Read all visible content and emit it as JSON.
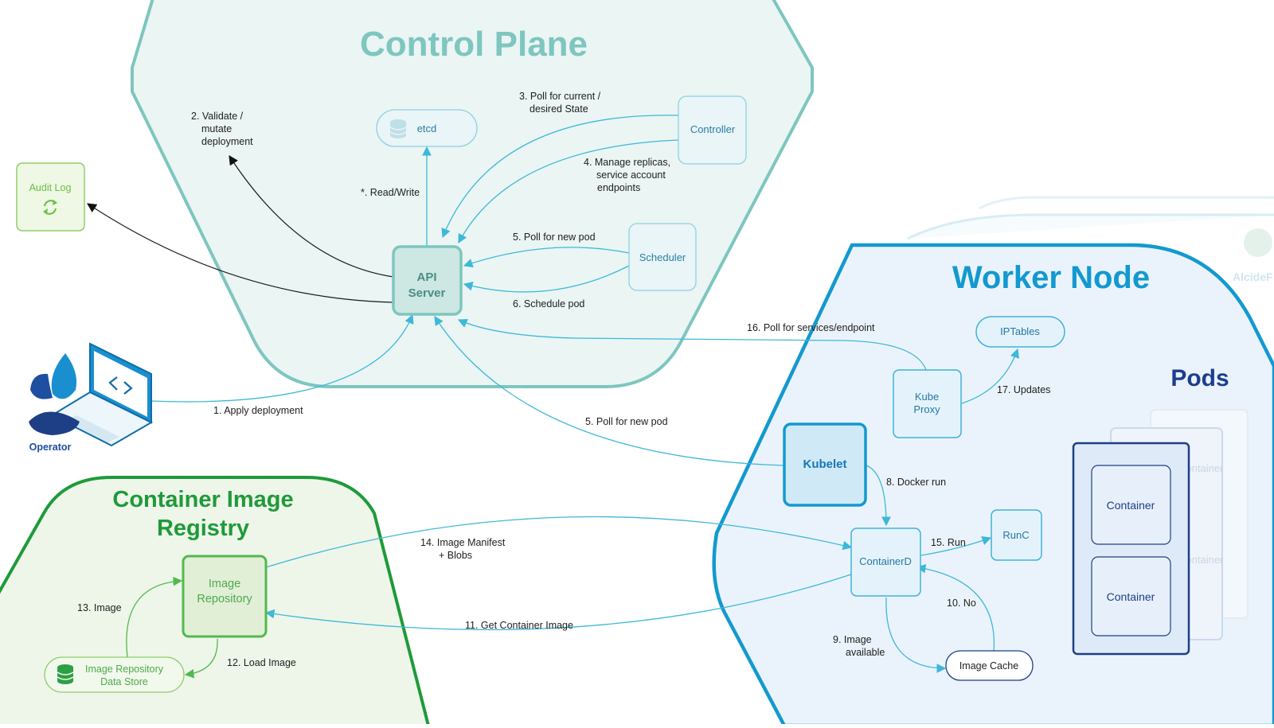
{
  "regions": {
    "control_plane": "Control Plane",
    "worker_node": "Worker Node",
    "container_registry_line1": "Container Image",
    "container_registry_line2": "Registry",
    "pods": "Pods",
    "watermark": "AlcideF"
  },
  "components": {
    "etcd": "etcd",
    "controller": "Controller",
    "scheduler": "Scheduler",
    "api_server_line1": "API",
    "api_server_line2": "Server",
    "audit_log": "Audit Log",
    "operator": "Operator",
    "iptables": "IPTables",
    "kube_proxy_line1": "Kube",
    "kube_proxy_line2": "Proxy",
    "kubelet": "Kubelet",
    "containerd": "ContainerD",
    "runc": "RunC",
    "image_cache": "Image Cache",
    "image_repository_line1": "Image",
    "image_repository_line2": "Repository",
    "image_repo_store_line1": "Image Repository",
    "image_repo_store_line2": "Data Store",
    "container_1": "Container",
    "container_2": "Container",
    "ghost_container": "Container"
  },
  "flows": {
    "apply_deployment": "1. Apply deployment",
    "validate_line1": "2. Validate /",
    "validate_line2": "mutate",
    "validate_line3": "deployment",
    "poll_state_line1": "3. Poll for current /",
    "poll_state_line2": "desired State",
    "manage_line1": "4. Manage replicas,",
    "manage_line2": "service account",
    "manage_line3": "endpoints",
    "poll_new_pod_scheduler": "5. Poll for new pod",
    "schedule_pod": "6. Schedule pod",
    "read_write": "*. Read/Write",
    "poll_new_pod_kubelet": "5. Poll for new pod",
    "docker_run": "8. Docker run",
    "image_available_line1": "9. Image",
    "image_available_line2": "available",
    "no": "10. No",
    "get_container_image": "11. Get Container Image",
    "load_image": "12. Load Image",
    "image": "13. Image",
    "manifest_line1": "14. Image Manifest",
    "manifest_line2": "+ Blobs",
    "run": "15. Run",
    "poll_services": "16. Poll for services/endpoint",
    "updates": "17. Updates"
  },
  "icons": [
    "database-icon",
    "refresh-icon",
    "code-icon",
    "laptop-icon",
    "operator-avatar-icon"
  ],
  "colors": {
    "control_plane": "#7ec6bf",
    "worker_node": "#1399cf",
    "registry": "#1f9a3a",
    "pods": "#1d3e8f",
    "arrow": "#3eb8d8"
  }
}
